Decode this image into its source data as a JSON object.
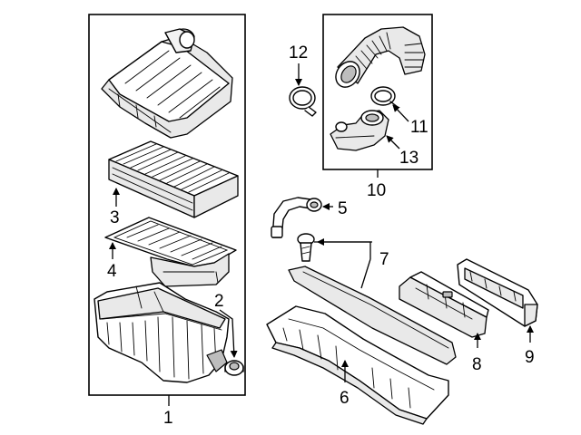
{
  "callouts": {
    "c1": "1",
    "c2": "2",
    "c3": "3",
    "c4": "4",
    "c5": "5",
    "c6": "6",
    "c7": "7",
    "c8": "8",
    "c9": "9",
    "c10": "10",
    "c11": "11",
    "c12": "12",
    "c13": "13"
  },
  "colors": {
    "line": "#000000",
    "fill": "#ffffff",
    "shade": "#e9e9e9",
    "dark_shade": "#bdbdbd"
  }
}
